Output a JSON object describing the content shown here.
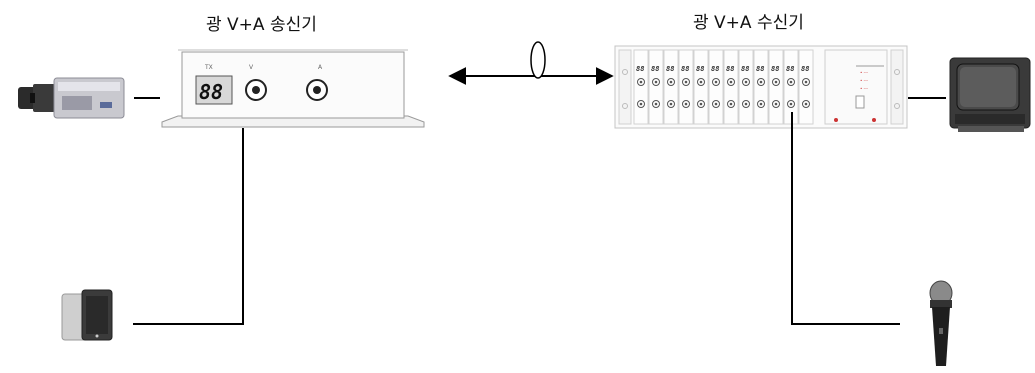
{
  "labels": {
    "transmitter": "광 V+A 송신기",
    "receiver": "광 V+A 수신기"
  },
  "transmitter_panel": {
    "display": "88",
    "tx_label": "TX",
    "video_label": "V",
    "audio_label": "A"
  },
  "receiver_rack": {
    "module_display": "88"
  },
  "icons": {
    "camera": "cctv-camera-icon",
    "speaker": "speaker-icon",
    "monitor": "crt-monitor-icon",
    "microphone": "microphone-icon",
    "fiber": "optical-fiber-ellipse-icon"
  },
  "colors": {
    "line": "#000000",
    "device_outline": "#9a9a9a",
    "display_bg": "#d8d8d8"
  }
}
